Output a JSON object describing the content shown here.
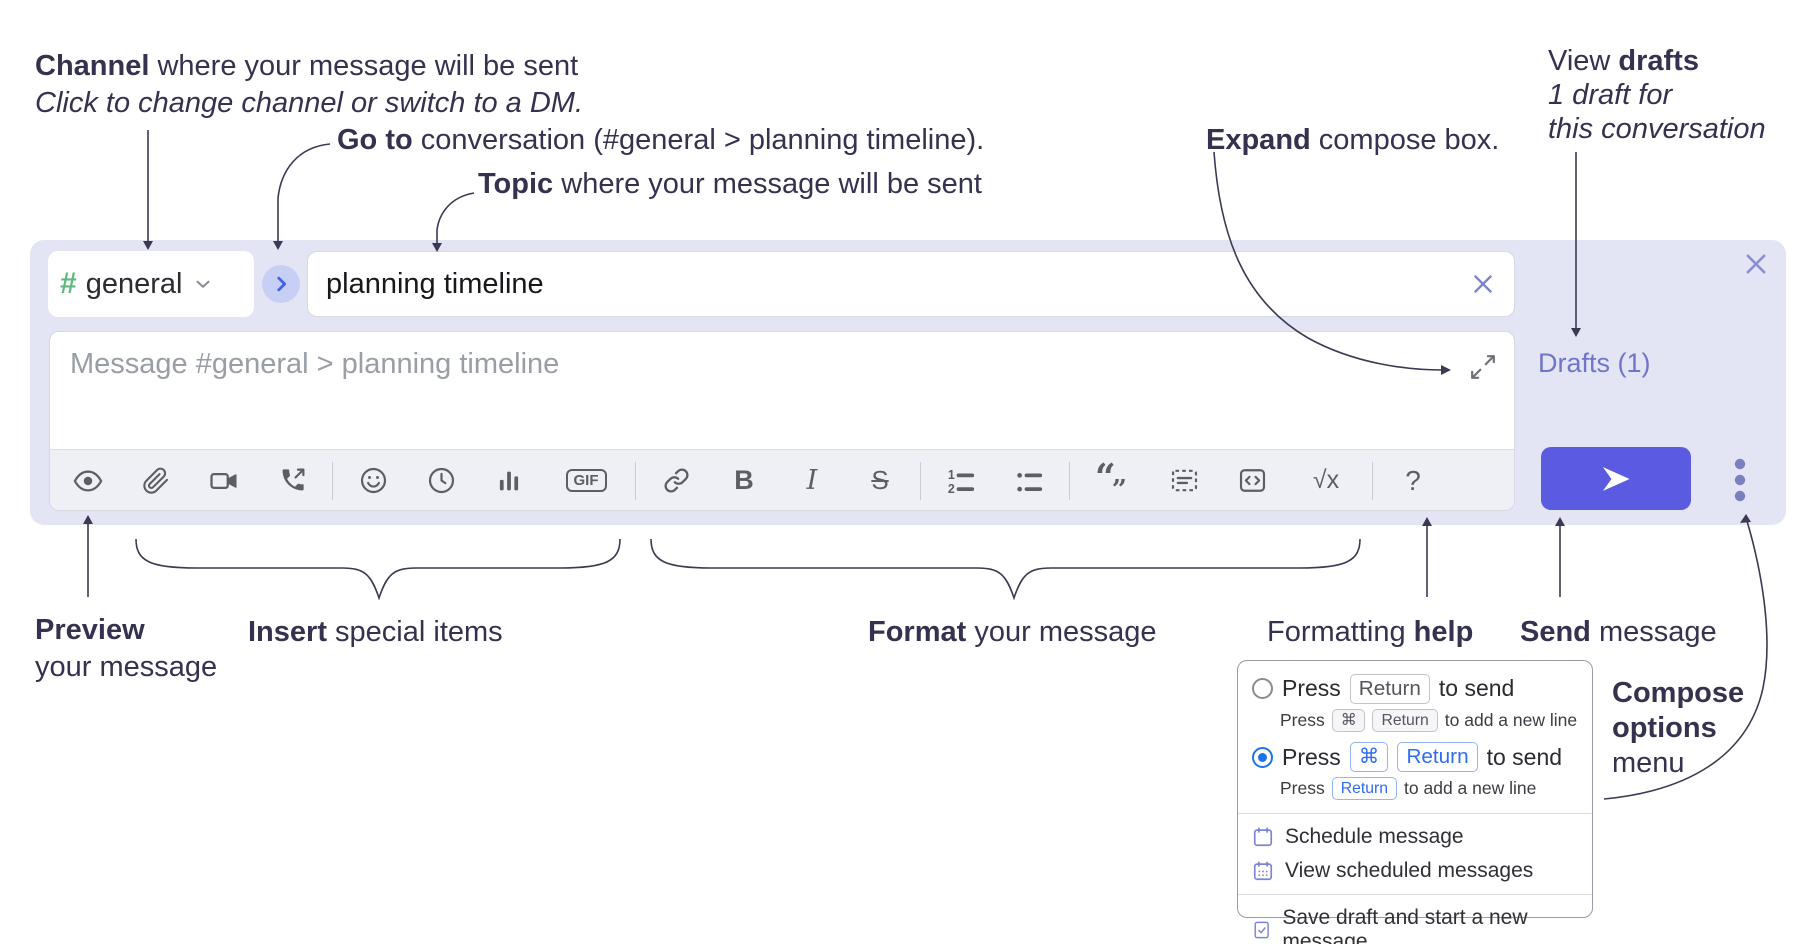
{
  "colors": {
    "compose_bg": "#e3e5f4",
    "send_button": "#5a5be0",
    "drafts_link": "#6f75c8",
    "hash_green": "#5fba81",
    "go_chevron_blue": "#3c64e4",
    "go_circle": "#c8cff5",
    "kbd_blue": "#2e6cf0",
    "radio_selected": "#1a73e8",
    "menu_icon_purple": "#7d82d4",
    "annotation_text": "#34324e",
    "toolbar_icon": "#5b5e66"
  },
  "annotations": {
    "channel": {
      "bold": "Channel",
      "rest": " where your message will be sent",
      "subtext": "Click to change channel or switch to a DM."
    },
    "go_to": {
      "bold": "Go to",
      "rest": " conversation (#general > planning timeline)."
    },
    "topic": {
      "bold": "Topic",
      "rest": " where your message will be sent"
    },
    "expand": {
      "bold": "Expand",
      "rest": " compose box."
    },
    "view_drafts": {
      "pre": "View ",
      "bold": "drafts",
      "line2": "1 draft for",
      "line3": "this conversation"
    },
    "preview": {
      "bold": "Preview",
      "line2": "your message"
    },
    "insert": {
      "bold": "Insert",
      "rest": " special items"
    },
    "format": {
      "bold": "Format",
      "rest": " your message"
    },
    "formatting_help": {
      "pre": "Formatting ",
      "bold": "help"
    },
    "send": {
      "bold": "Send",
      "rest": " message"
    },
    "compose_options": {
      "bold_line1": "Compose",
      "bold_line2": "options",
      "line3": "menu"
    }
  },
  "compose_box": {
    "channel_selector": {
      "hash": "#",
      "label": "general"
    },
    "topic_input": {
      "value": "planning timeline"
    },
    "message_input": {
      "placeholder": "Message #general > planning timeline"
    },
    "drafts_link": {
      "label": "Drafts (1)"
    },
    "toolbar": {
      "icons": [
        "preview-eye",
        "attach-paperclip",
        "video-call-camera",
        "audio-call-phone",
        "emoji-smiley",
        "time-clock",
        "poll-bar-chart",
        "gif",
        "link",
        "bold",
        "italic",
        "strikethrough",
        "numbered-list",
        "bulleted-list",
        "quote",
        "spoiler",
        "code",
        "math",
        "help"
      ],
      "bold": "B",
      "italic": "I",
      "strike": "S",
      "gif": "GIF",
      "math": "√x",
      "help": "?"
    }
  },
  "options_menu": {
    "enter_sends_option": {
      "pre": "Press",
      "key": "Return",
      "post": "to send",
      "hint_pre": "Press",
      "hint_key1": "⌘",
      "hint_key2": "Return",
      "hint_post": "to add a new line"
    },
    "cmd_enter_sends_option": {
      "pre": "Press",
      "key1": "⌘",
      "key2": "Return",
      "post": "to send",
      "hint_pre": "Press",
      "hint_key": "Return",
      "hint_post": "to add a new line"
    },
    "items": [
      {
        "label": "Schedule message"
      },
      {
        "label": "View scheduled messages"
      },
      {
        "label": "Save draft and start a new message"
      }
    ]
  }
}
